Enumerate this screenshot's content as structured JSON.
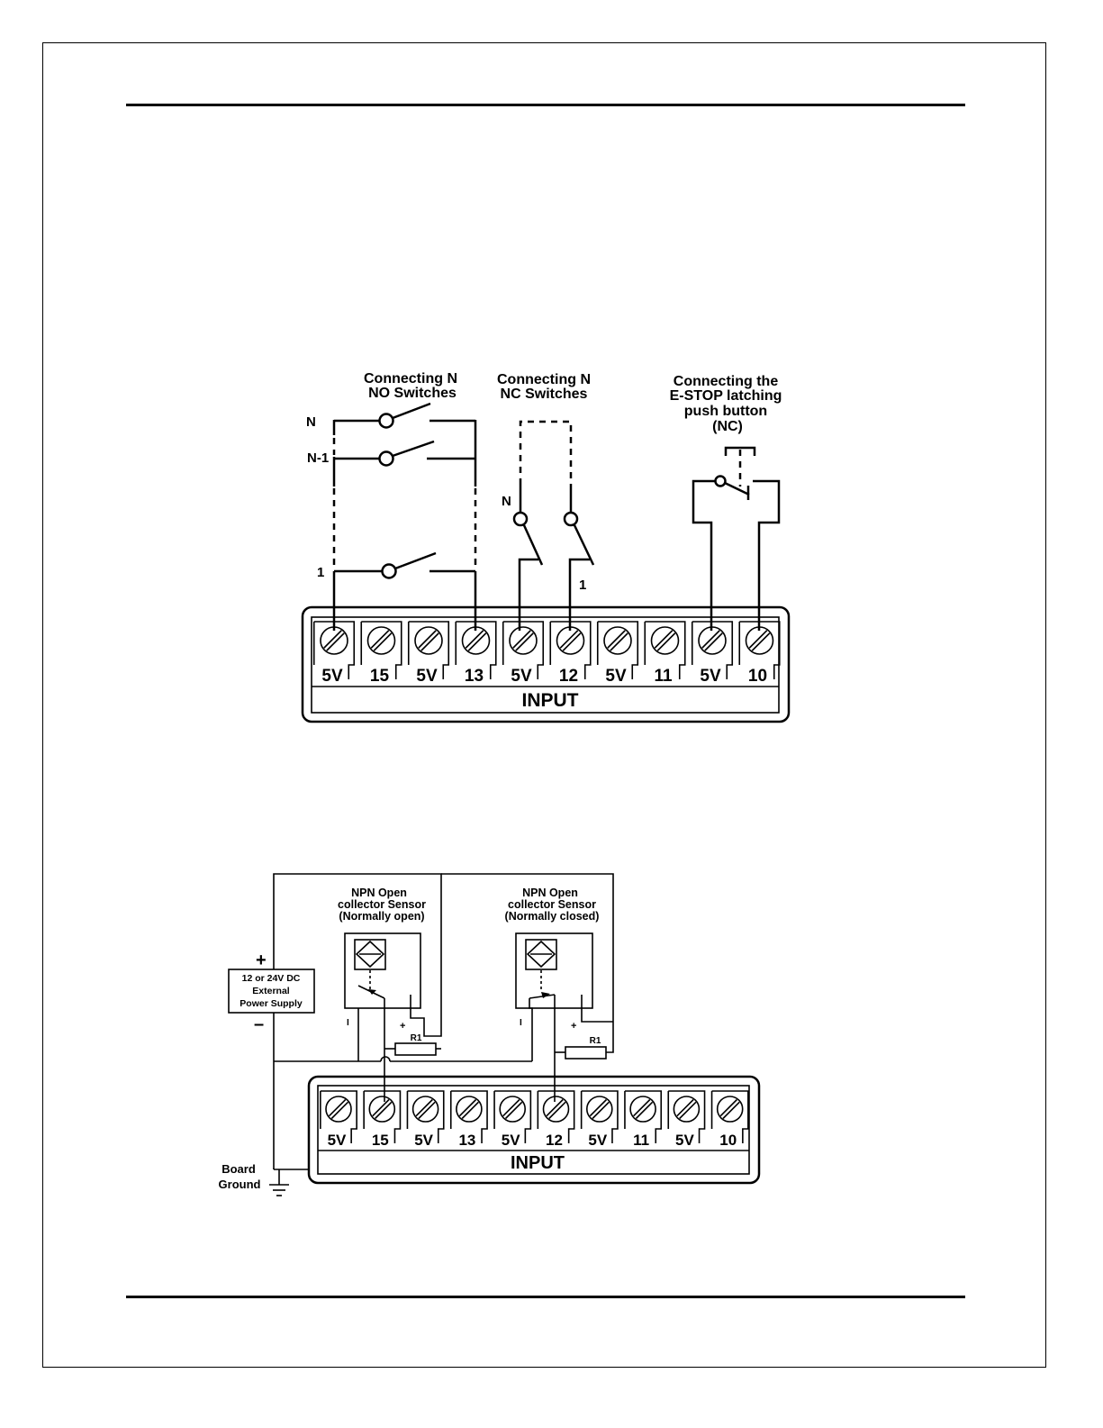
{
  "diagram1": {
    "title_no": [
      "Connecting N",
      "NO Switches"
    ],
    "title_nc": [
      "Connecting N",
      "NC Switches"
    ],
    "title_estop": [
      "Connecting the",
      "E-STOP latching",
      "push button",
      "(NC)"
    ],
    "no_labels": {
      "n": "N",
      "n1": "N-1",
      "one": "1"
    },
    "nc_labels": {
      "n": "N",
      "one": "1"
    },
    "terminals": [
      "5V",
      "15",
      "5V",
      "13",
      "5V",
      "12",
      "5V",
      "11",
      "5V",
      "10"
    ],
    "input_label": "INPUT"
  },
  "diagram2": {
    "sensor_no": [
      "NPN Open",
      "collector Sensor",
      "(Normally open)"
    ],
    "sensor_nc": [
      "NPN Open",
      "collector Sensor",
      "(Normally closed)"
    ],
    "psu": [
      "12 or 24V DC",
      "External",
      "Power Supply"
    ],
    "plus": "+",
    "minus": "–",
    "pin_minus": "I",
    "pin_plus": "+",
    "resistor": "R1",
    "ground": [
      "Board",
      "Ground"
    ],
    "terminals": [
      "5V",
      "15",
      "5V",
      "13",
      "5V",
      "12",
      "5V",
      "11",
      "5V",
      "10"
    ],
    "input_label": "INPUT"
  }
}
